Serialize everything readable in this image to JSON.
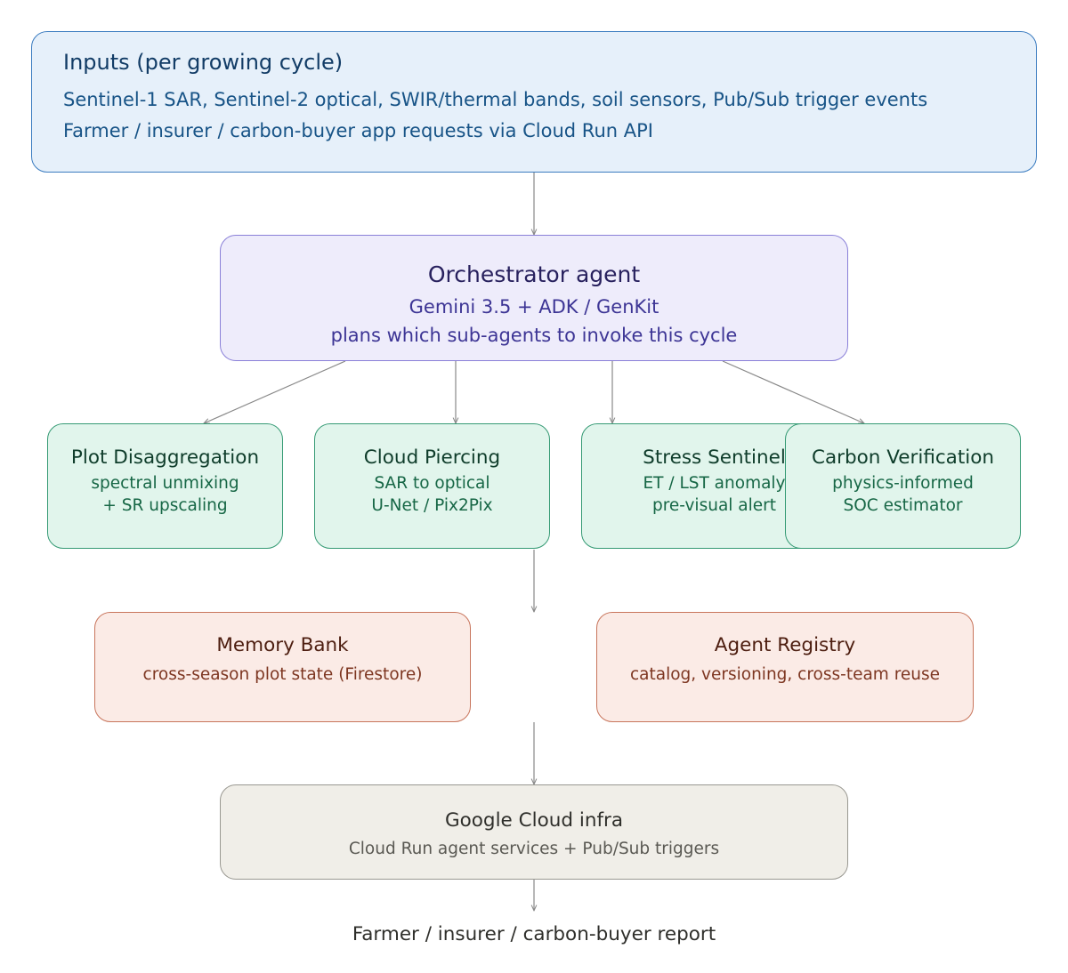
{
  "inputs": {
    "title": "Inputs (per growing cycle)",
    "line1": "Sentinel-1 SAR, Sentinel-2 optical, SWIR/thermal bands, soil sensors, Pub/Sub trigger events",
    "line2": "Farmer / insurer / carbon-buyer app requests via Cloud Run API"
  },
  "orchestrator": {
    "title": "Orchestrator agent",
    "line1": "Gemini 3.5 + ADK / GenKit",
    "line2": "plans which sub-agents to invoke this cycle"
  },
  "agents": [
    {
      "title": "Plot Disaggregation",
      "line1": "spectral unmixing",
      "line2": "+ SR upscaling"
    },
    {
      "title": "Cloud Piercing",
      "line1": "SAR to optical",
      "line2": "U-Net / Pix2Pix"
    },
    {
      "title": "Stress Sentinel",
      "line1": "ET / LST anomaly",
      "line2": "pre-visual alert"
    },
    {
      "title": "Carbon Verification",
      "line1": "physics-informed",
      "line2": "SOC estimator"
    }
  ],
  "memory_bank": {
    "title": "Memory Bank",
    "line1": "cross-season plot state (Firestore)"
  },
  "agent_registry": {
    "title": "Agent Registry",
    "line1": "catalog, versioning, cross-team reuse"
  },
  "infra": {
    "title": "Google Cloud infra",
    "line1": "Cloud Run agent services + Pub/Sub triggers"
  },
  "output": {
    "label": "Farmer / insurer / carbon-buyer report"
  },
  "colors": {
    "arrow": "#888888",
    "inputs_fill": "#e6f0fa",
    "orchestrator_fill": "#eeecfb",
    "agent_fill": "#e1f5ec",
    "store_fill": "#fbebe6",
    "infra_fill": "#f0eee8"
  }
}
